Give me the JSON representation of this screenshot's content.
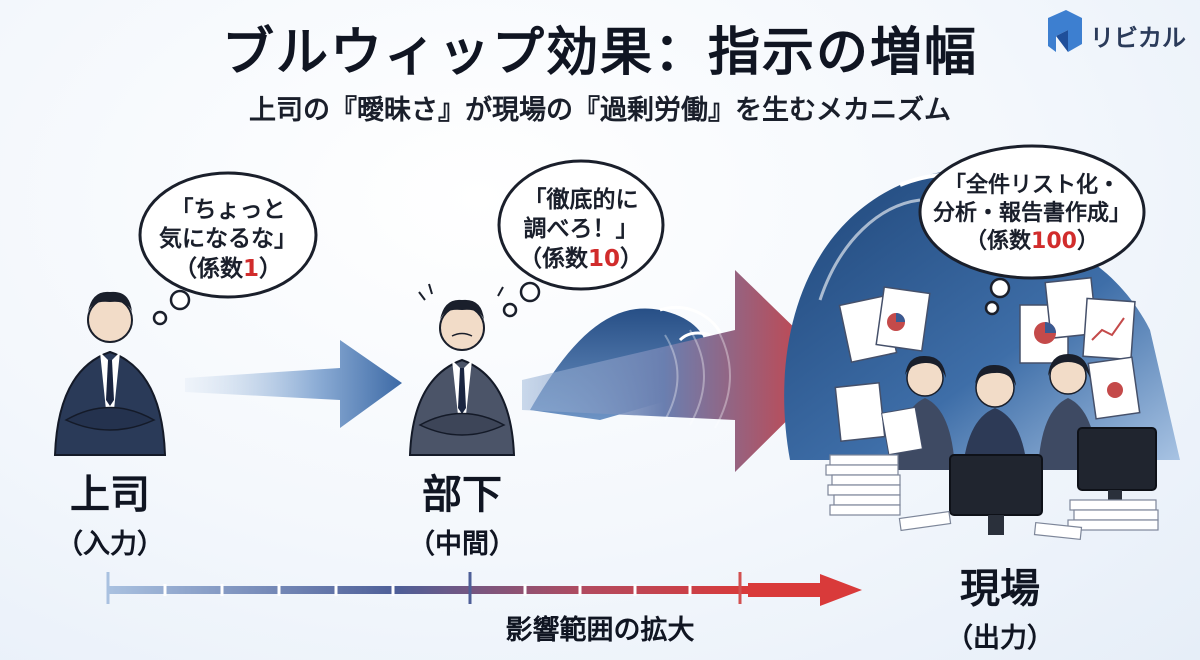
{
  "header": {
    "title": "ブルウィップ効果：指示の増幅",
    "subtitle": "上司の『曖昧さ』が現場の『過剰労働』を生むメカニズム"
  },
  "logo": {
    "text": "リビカル"
  },
  "stages": [
    {
      "role": "上司",
      "role_sub": "（入力）",
      "bubble_lines": [
        "「ちょっと",
        "気になるな」"
      ],
      "coef_prefix": "（係数",
      "coef_value": "1",
      "coef_suffix": "）"
    },
    {
      "role": "部下",
      "role_sub": "（中間）",
      "bubble_lines": [
        "「徹底的に",
        "調べろ！」"
      ],
      "coef_prefix": "（係数",
      "coef_value": "10",
      "coef_suffix": "）"
    },
    {
      "role": "現場",
      "role_sub": "（出力）",
      "bubble_lines": [
        "「全件リスト化・",
        "分析・報告書作成」"
      ],
      "coef_prefix": "（係数",
      "coef_value": "100",
      "coef_suffix": "）"
    }
  ],
  "axis": {
    "label": "影響範囲の拡大"
  },
  "colors": {
    "navy": "#1f2f4f",
    "blue_start": "#7fa3cf",
    "blue_mid": "#2f5b95",
    "red_end": "#d63a3a",
    "coef_red": "#d12c2c"
  }
}
